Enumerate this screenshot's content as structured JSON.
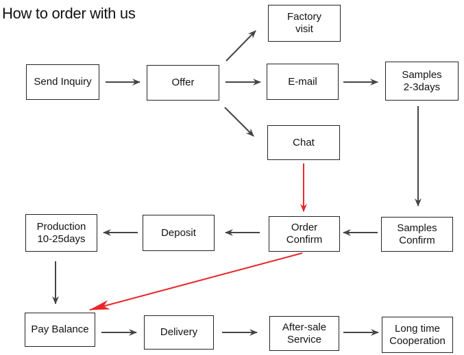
{
  "title": "How to order with us",
  "colors": {
    "arrow": "#444444",
    "highlight_arrow": "#e8262a",
    "box_border": "#222222"
  },
  "steps": {
    "send_inquiry": "Send Inquiry",
    "offer": "Offer",
    "factory_visit": "Factory\nvisit",
    "email": "E-mail",
    "chat": "Chat",
    "samples": "Samples\n2-3days",
    "samples_confirm": "Samples\nConfirm",
    "order_confirm": "Order\nConfirm",
    "deposit": "Deposit",
    "production": "Production\n10-25days",
    "pay_balance": "Pay Balance",
    "delivery": "Delivery",
    "after_sale": "After-sale\nService",
    "long_time": "Long time\nCooperation"
  },
  "edges": [
    {
      "from": "send_inquiry",
      "to": "offer",
      "highlight": false
    },
    {
      "from": "offer",
      "to": "factory_visit",
      "highlight": false
    },
    {
      "from": "offer",
      "to": "email",
      "highlight": false
    },
    {
      "from": "offer",
      "to": "chat",
      "highlight": false
    },
    {
      "from": "email",
      "to": "samples",
      "highlight": false
    },
    {
      "from": "samples",
      "to": "samples_confirm",
      "highlight": false
    },
    {
      "from": "chat",
      "to": "order_confirm",
      "highlight": true
    },
    {
      "from": "samples_confirm",
      "to": "order_confirm",
      "highlight": false
    },
    {
      "from": "order_confirm",
      "to": "deposit",
      "highlight": false
    },
    {
      "from": "deposit",
      "to": "production",
      "highlight": false
    },
    {
      "from": "production",
      "to": "pay_balance",
      "highlight": false
    },
    {
      "from": "order_confirm",
      "to": "pay_balance",
      "highlight": true
    },
    {
      "from": "pay_balance",
      "to": "delivery",
      "highlight": false
    },
    {
      "from": "delivery",
      "to": "after_sale",
      "highlight": false
    },
    {
      "from": "after_sale",
      "to": "long_time",
      "highlight": false
    }
  ]
}
